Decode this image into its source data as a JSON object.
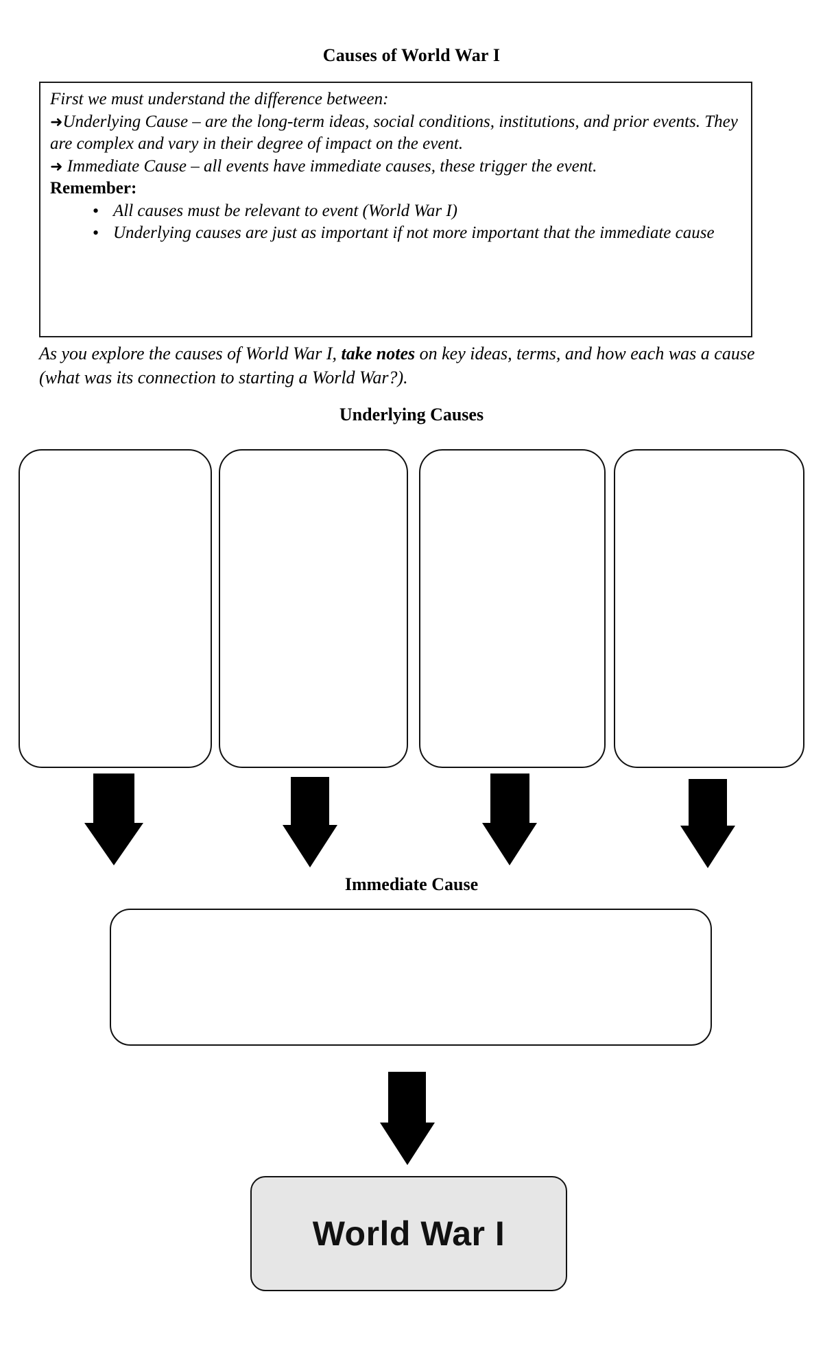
{
  "document": {
    "title": "Causes of World War I"
  },
  "definitions_box": {
    "intro": "First we must understand the difference between:",
    "arrow_glyph": "➜",
    "underlying": {
      "term": "Underlying Cause",
      "text": "Underlying Cause – are the long-term ideas, social conditions, institutions, and prior events.  They are complex and vary in their degree of impact on the event."
    },
    "immediate": {
      "term": "Immediate Cause",
      "text": "Immediate Cause – all events have immediate causes, these trigger the event."
    },
    "remember_label": "Remember:",
    "bullets": [
      "All causes must be relevant to event (World War I)",
      "Underlying causes are just as important if not more important that the immediate cause"
    ]
  },
  "instructions": {
    "part1": "As you explore the causes of World War I, ",
    "emphasis": "take notes",
    "part2": " on key ideas, terms, and how each was a cause (what was its connection to starting a World War?)."
  },
  "headings": {
    "underlying_causes": "Underlying Causes",
    "immediate_cause": "Immediate Cause"
  },
  "underlying_cause_boxes": [
    {
      "label": "",
      "placeholder": ""
    },
    {
      "label": "",
      "placeholder": ""
    },
    {
      "label": "",
      "placeholder": ""
    },
    {
      "label": "",
      "placeholder": ""
    }
  ],
  "immediate_cause_box": {
    "label": "",
    "placeholder": ""
  },
  "result": {
    "label": "World War I",
    "fill_color": "#e6e6e6",
    "border_color": "#111111"
  },
  "colors": {
    "text": "#000000",
    "border": "#111111",
    "arrow": "#000000",
    "page_background": "#ffffff"
  },
  "icons": {
    "arrow_bullet": "arrow-right-icon",
    "flow_arrow": "arrow-down-icon",
    "list_bullet": "bullet-dot-icon"
  }
}
